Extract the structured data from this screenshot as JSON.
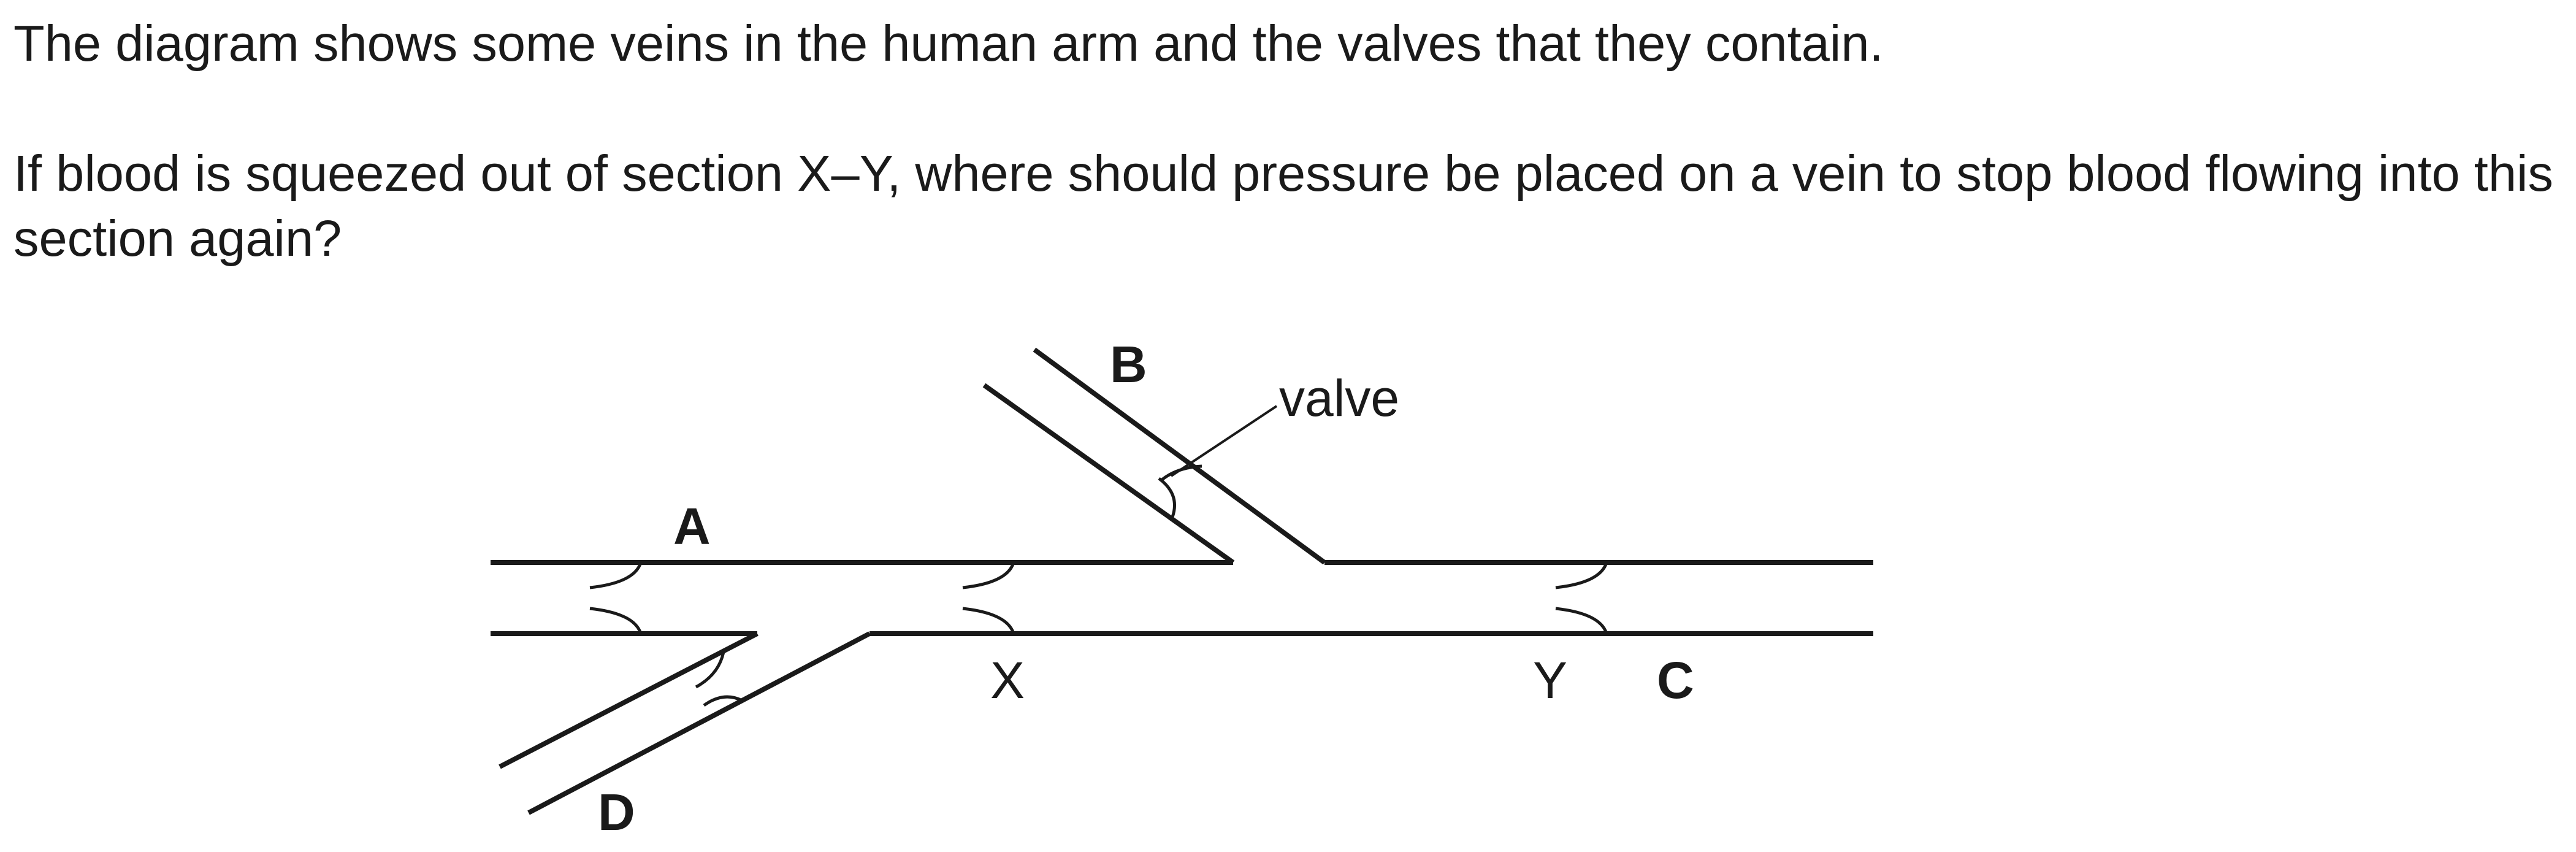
{
  "question": {
    "intro": "The diagram shows some veins in the human arm and the valves that they contain.",
    "prompt": "If blood is squeezed out of section X–Y, where should pressure be placed on a vein to stop blood flowing into this section again?"
  },
  "diagram": {
    "labels": {
      "A": "A",
      "B": "B",
      "C": "C",
      "D": "D",
      "X": "X",
      "Y": "Y",
      "valve": "valve"
    }
  }
}
